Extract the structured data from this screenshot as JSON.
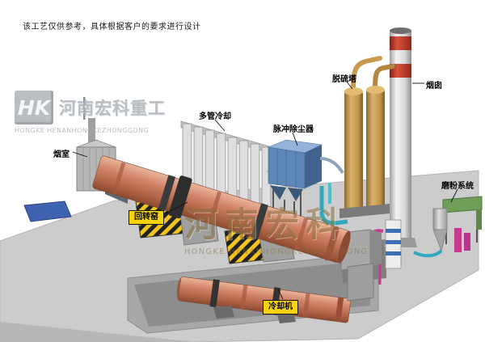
{
  "note": "该工艺仅供参考，具体根据客户的要求进行设计",
  "watermark": {
    "logo_text": "HK",
    "brand_cn": "河南宏科重工",
    "brand_en": "HONGKE HENANHONGKEZHONGGONG",
    "center_cn": "河南宏科",
    "center_en": "HONGKE HENANHONGKEZHONGGONG"
  },
  "labels": {
    "smoke_chamber": "烟室",
    "multi_tube_cooler": "多管冷却",
    "pulse_dust_collector": "脉冲除尘器",
    "desulfurization_tower": "脱硫塔",
    "chimney": "烟囱",
    "grinding_system": "磨粉系统",
    "rotary_kiln": "回转窑",
    "cooling_machine": "冷却机"
  },
  "colors": {
    "kiln_body": "#d2846a",
    "dust_collector": "#5e86b8",
    "desulfurization_tower": "#c1944a",
    "chimney_band": "#c23b2e",
    "label_highlight": "#f6d20f",
    "pipe_cyan": "#2fa8bf",
    "pipe_magenta": "#c83a8c",
    "duct_green": "#6f9e58",
    "platform": "#cccccc"
  }
}
